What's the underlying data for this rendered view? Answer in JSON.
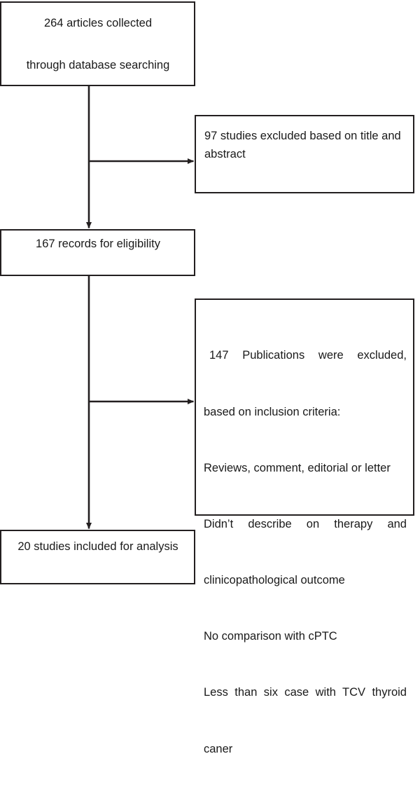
{
  "figure": {
    "type": "prisma-flow-diagram",
    "title": "Study selection flow diagram",
    "line_color": "#231f20",
    "background": "#ffffff"
  },
  "nodes": {
    "identification": {
      "label": "264 articles collected through database searching",
      "line1": "264 articles collected",
      "line2": "through database searching",
      "count": 264
    },
    "excluded_title_abstract": {
      "label": "97 studies excluded based on title and abstract",
      "count": 97
    },
    "eligibility": {
      "label": "167 records for eligibility",
      "count": 167
    },
    "excluded_criteria": {
      "count": 147,
      "line1": "147  Publications  were  excluded,",
      "line2": "based on inclusion criteria:",
      "line3": "Reviews, comment, editorial or letter",
      "line4": "Didn’t  describe  on  therapy  and",
      "line5": "clinicopathological outcome",
      "line6": "No comparison with cPTC",
      "line7": "Less  than  six  case  with  TCV  thyroid",
      "line8": "caner"
    },
    "included": {
      "label": "20 studies included for analysis",
      "count": 20
    }
  },
  "edges": [
    {
      "name": "identification-to-eligibility",
      "from": "identification",
      "to": "eligibility",
      "direction": "down"
    },
    {
      "name": "identification-to-excluded-title",
      "from": "identification",
      "to": "excluded_title_abstract",
      "direction": "right"
    },
    {
      "name": "eligibility-to-included",
      "from": "eligibility",
      "to": "included",
      "direction": "down"
    },
    {
      "name": "eligibility-to-excluded-criteria",
      "from": "eligibility",
      "to": "excluded_criteria",
      "direction": "right"
    }
  ]
}
